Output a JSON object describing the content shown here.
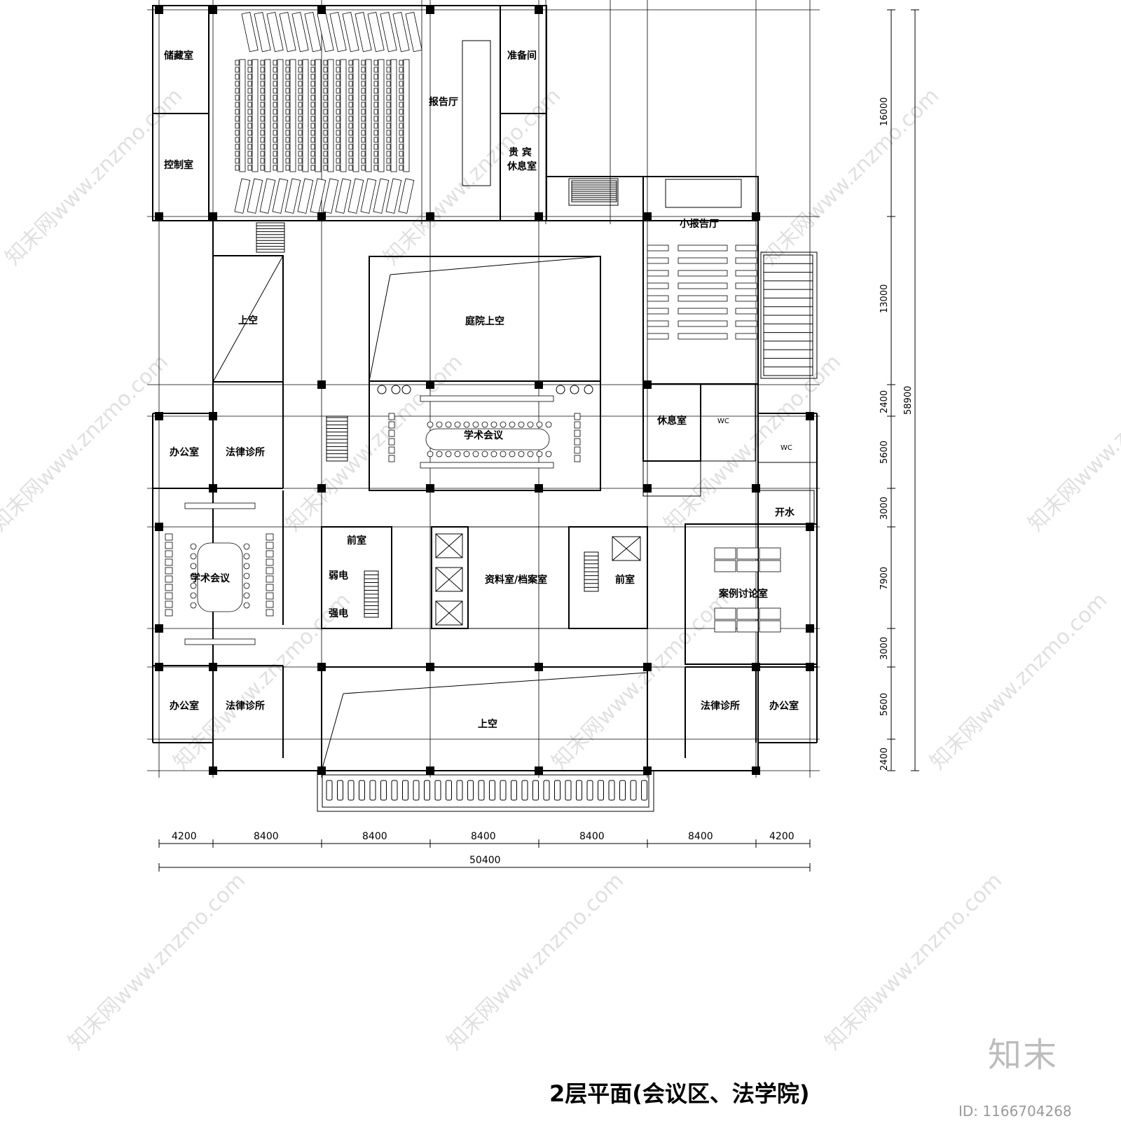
{
  "drawing": {
    "title": "2层平面(会议区、法学院)",
    "brand": "知末",
    "image_id": "ID: 1166704268",
    "watermark": "知末网www.znzmo.com"
  },
  "rooms": {
    "storage": "储藏室",
    "control": "控制室",
    "auditorium": "报告厅",
    "prep": "准备间",
    "vip_1": "贵 宾",
    "vip_2": "休息室",
    "small_hall": "小报告厅",
    "void_left": "上空",
    "courtyard_void": "庭院上空",
    "meeting_center": "学术会议",
    "meeting_left": "学术会议",
    "office_1": "办公室",
    "legal_1": "法律诊所",
    "lounge": "休息室",
    "wc_1": "WC",
    "wc_2": "WC",
    "water": "开水",
    "anteroom_1": "前室",
    "weak_elec": "弱电",
    "strong_elec": "强电",
    "archive": "资料室/档案室",
    "anteroom_2": "前室",
    "case_room": "案例讨论室",
    "office_2": "办公室",
    "legal_2": "法律诊所",
    "void_bottom": "上空",
    "legal_3": "法律诊所",
    "office_3": "办公室"
  },
  "dimensions": {
    "horizontal": [
      "4200",
      "8400",
      "8400",
      "8400",
      "8400",
      "8400",
      "4200"
    ],
    "horizontal_total": "50400",
    "vertical": [
      "16000",
      "13000",
      "2400",
      "5600",
      "3000",
      "7900",
      "3000",
      "5600",
      "2400"
    ],
    "vertical_total": "58900"
  }
}
